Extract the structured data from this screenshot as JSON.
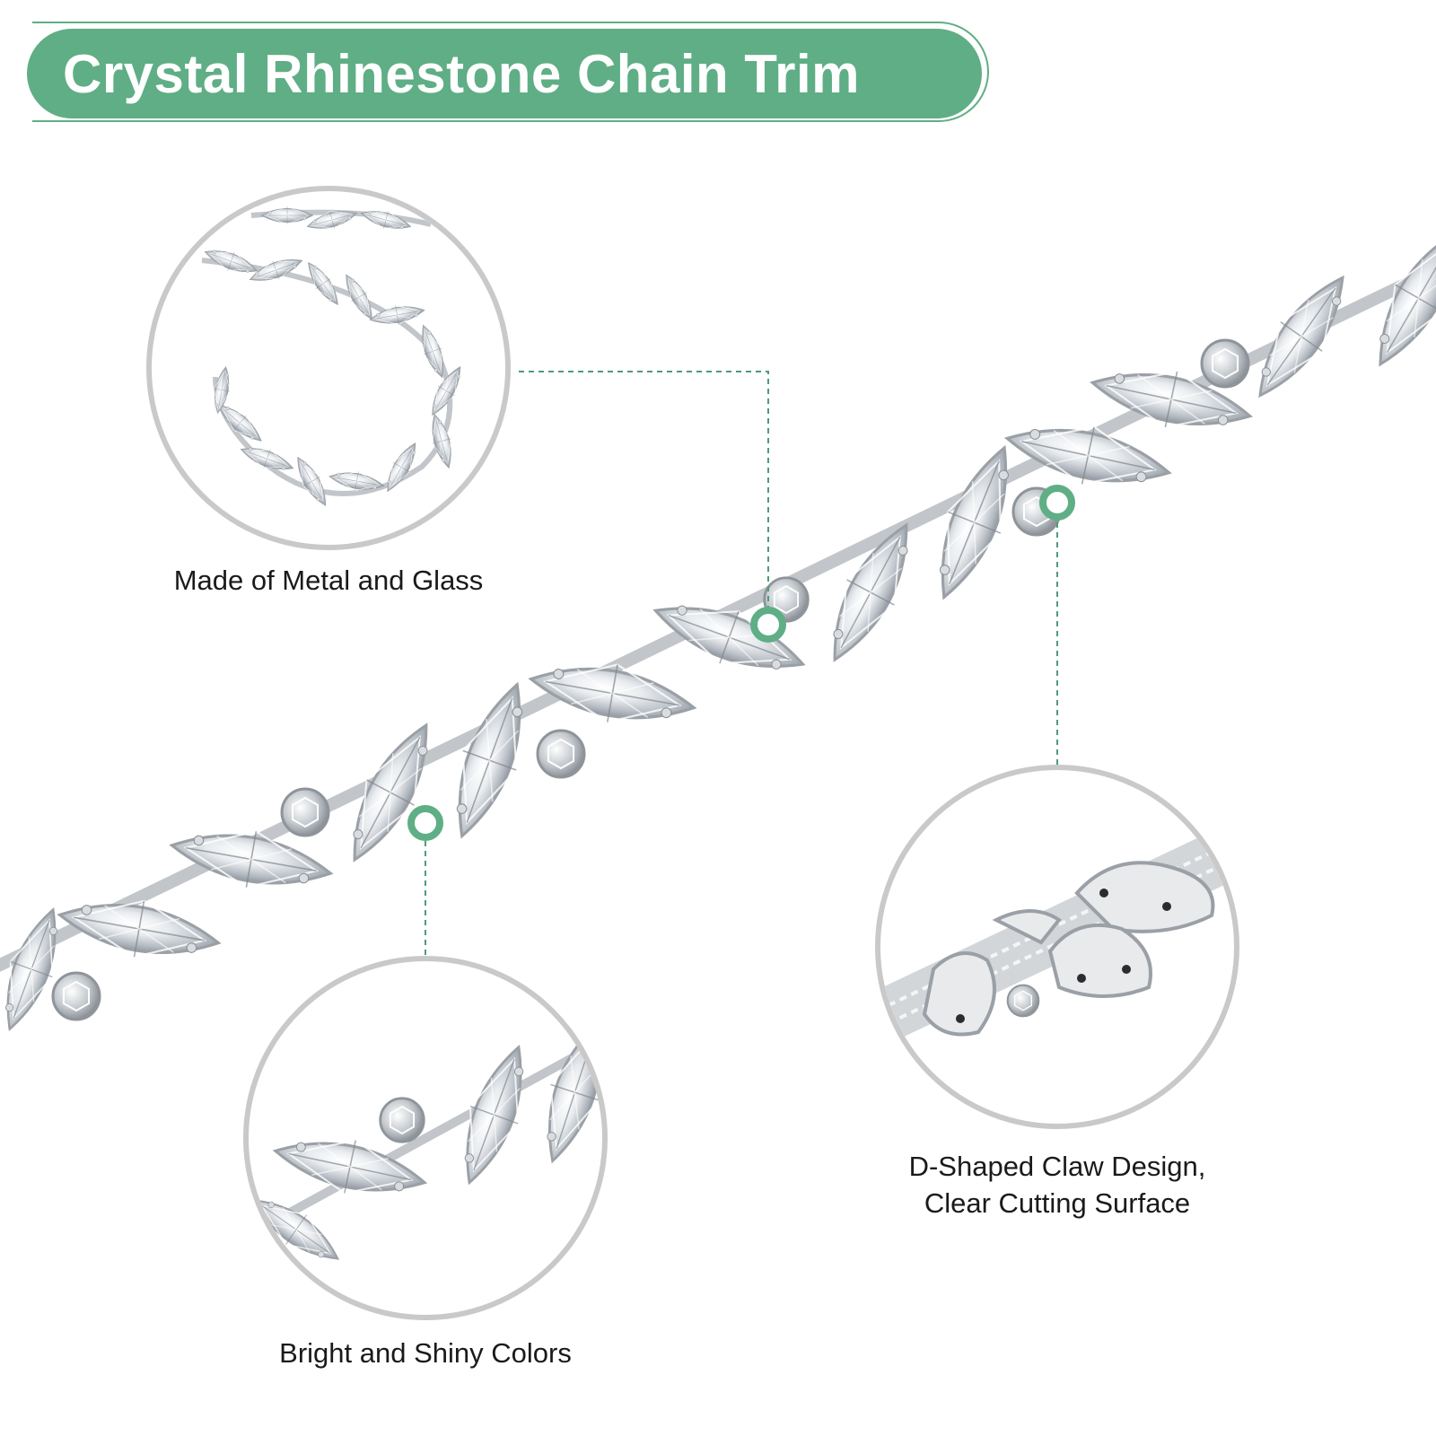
{
  "title": "Crystal Rhinestone Chain Trim",
  "captions": {
    "material": "Made of Metal and Glass",
    "colors": "Bright and Shiny Colors",
    "claw_line1": "D-Shaped Claw Design,",
    "claw_line2": "Clear Cutting Surface"
  },
  "colors": {
    "accent": "#5fae85",
    "circle_border": "#c9c9c9",
    "leader_line": "#4f9a78"
  }
}
